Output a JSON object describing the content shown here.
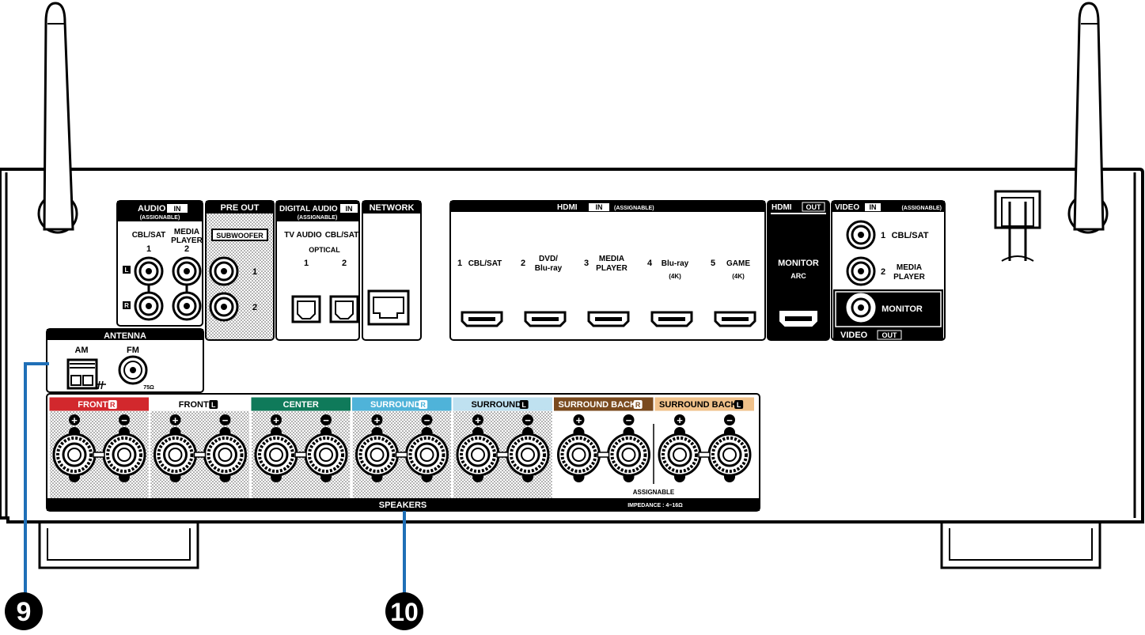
{
  "audio_in": {
    "title": "AUDIO",
    "tag": "IN",
    "sub": "(ASSIGNABLE)",
    "col1": "CBL/SAT",
    "col1_num": "1",
    "col2": "MEDIA",
    "col2b": "PLAYER",
    "col2_num": "2",
    "left": "L",
    "right": "R"
  },
  "pre_out": {
    "title": "PRE OUT",
    "sub": "SUBWOOFER",
    "n1": "1",
    "n2": "2"
  },
  "digital_audio_in": {
    "title": "DIGITAL AUDIO",
    "tag": "IN",
    "sub": "(ASSIGNABLE)",
    "col1": "TV AUDIO",
    "col2": "CBL/SAT",
    "optical": "OPTICAL",
    "n1": "1",
    "n2": "2"
  },
  "network": {
    "title": "NETWORK"
  },
  "hdmi_in": {
    "title": "HDMI",
    "tag": "IN",
    "sub": "(ASSIGNABLE)",
    "ports": [
      {
        "num": "1",
        "l1": "CBL/SAT",
        "l2": "",
        "note": ""
      },
      {
        "num": "2",
        "l1": "DVD/",
        "l2": "Blu-ray",
        "note": ""
      },
      {
        "num": "3",
        "l1": "MEDIA",
        "l2": "PLAYER",
        "note": ""
      },
      {
        "num": "4",
        "l1": "Blu-ray",
        "l2": "",
        "note": "(4K)"
      },
      {
        "num": "5",
        "l1": "GAME",
        "l2": "",
        "note": "(4K)"
      }
    ]
  },
  "hdmi_out": {
    "title": "HDMI",
    "tag": "OUT",
    "l1": "MONITOR",
    "l2": "ARC"
  },
  "video_in": {
    "title": "VIDEO",
    "tag": "IN",
    "sub": "(ASSIGNABLE)",
    "n1": "1",
    "l1": "CBL/SAT",
    "n2": "2",
    "l2a": "MEDIA",
    "l2b": "PLAYER"
  },
  "video_out": {
    "label": "MONITOR",
    "title": "VIDEO",
    "tag": "OUT"
  },
  "antenna": {
    "title": "ANTENNA",
    "am": "AM",
    "fm": "FM",
    "ohm": "75Ω"
  },
  "speakers": {
    "title": "SPEAKERS",
    "assignable": "ASSIGNABLE",
    "impedance": "IMPEDANCE : 4~16Ω",
    "plus": "+",
    "minus": "−",
    "channels": [
      {
        "name": "FRONT",
        "side": "R",
        "color": "#d2282d",
        "text": "#ffffff"
      },
      {
        "name": "FRONT",
        "side": "L",
        "color": "#ffffff",
        "text": "#000000"
      },
      {
        "name": "CENTER",
        "side": "",
        "color": "#0f7a5a",
        "text": "#ffffff"
      },
      {
        "name": "SURROUND",
        "side": "R",
        "color": "#4fb3d9",
        "text": "#ffffff"
      },
      {
        "name": "SURROUND",
        "side": "L",
        "color": "#bfe1f0",
        "text": "#000000"
      },
      {
        "name": "SURROUND BACK",
        "side": "R",
        "color": "#7a4a1e",
        "text": "#ffffff"
      },
      {
        "name": "SURROUND BACK",
        "side": "L",
        "color": "#f0c18a",
        "text": "#000000"
      }
    ]
  },
  "callouts": [
    {
      "num": "9"
    },
    {
      "num": "10"
    }
  ],
  "colors": {
    "callout_line": "#1f6fb7",
    "black": "#000000"
  }
}
